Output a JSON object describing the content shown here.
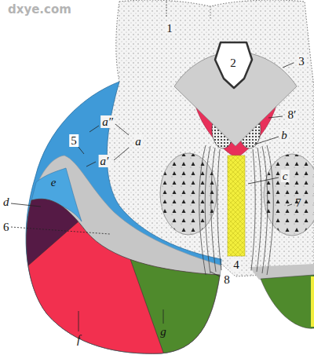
{
  "diagram": {
    "labels": [
      "dxye.com",
      "1",
      "2",
      "3",
      "8′",
      "b",
      "a″",
      "a",
      "a′",
      "5",
      "c",
      "7",
      "e",
      "d",
      "6",
      "4",
      "8",
      "f",
      "g"
    ]
  }
}
